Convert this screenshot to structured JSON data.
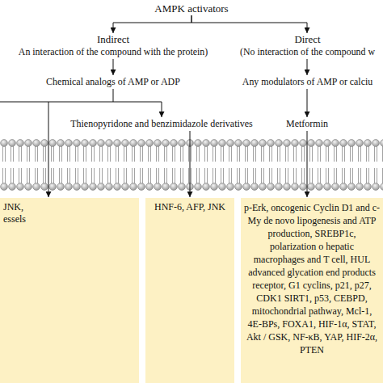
{
  "diagram": {
    "nodes": [
      {
        "text": [
          "AMPK activators"
        ]
      },
      {
        "text": [
          "Indirect",
          "An interaction of the compound with the protein)"
        ]
      },
      {
        "text": [
          "Direct",
          "(No interaction of the compound w"
        ]
      },
      {
        "text": [
          "Chemical analogs of AMP or ADP"
        ]
      },
      {
        "text": [
          "Any modulators of AMP or calciu"
        ]
      },
      {
        "text": [
          "Thienopyridone and benzimidazole derivatives"
        ]
      },
      {
        "text": [
          "Metformin"
        ]
      },
      {
        "text": [
          "JNK, essels"
        ]
      },
      {
        "text": [
          "HNF-6, AFP, JNK"
        ]
      },
      {
        "text": [
          "p-Erk, oncogenic Cyclin D1 and c-My de novo lipogenesis and ATP production, SREBP1c, polarization o hepatic macrophages and T cell, HUL advanced glycation end products receptor, G1 cyclins, p21, p27, CDK1 SIRT1, p53, CEBPD, mitochondrial pathway, Mcl-1, 4E-BPs, FOXA1, HIF-1α, STAT, Akt / GSK, NF-κB, YAP, HIF-2α, PTEN"
        ]
      }
    ],
    "edges": [
      {
        "from": 0,
        "to": 1,
        "arrow": "to"
      },
      {
        "from": 0,
        "to": 2,
        "arrow": "to"
      },
      {
        "from": 1,
        "to": 3,
        "arrow": "to"
      },
      {
        "from": 2,
        "to": 4,
        "arrow": "to"
      },
      {
        "from": 3,
        "to": 5,
        "arrow": "to"
      },
      {
        "from": 4,
        "to": 6,
        "arrow": "to"
      },
      {
        "from": 5,
        "to": 8,
        "arrow": "to"
      },
      {
        "from": 6,
        "to": 9,
        "arrow": "to"
      }
    ]
  }
}
